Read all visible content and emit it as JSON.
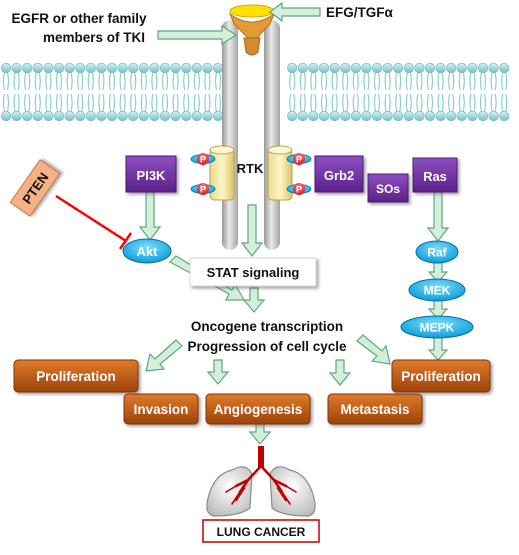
{
  "labels": {
    "egfr_tki": [
      "EGFR or other family",
      "members of TKI"
    ],
    "ligand": "EFG/TGFα",
    "rtk": "RTK",
    "pi3k": "PI3K",
    "phospho": "P",
    "grb2": "Grb2",
    "sos": "SOs",
    "ras": "Ras",
    "pten": "PTEN",
    "akt": "Akt",
    "stat": "STAT signaling",
    "raf": "Raf",
    "mek": "MEK",
    "mepk": "MEPK",
    "oncogene_line1": "Oncogene transcription",
    "oncogene_line2": "Progression of cell cycle",
    "proliferation_left": "Proliferation",
    "invasion": "Invasion",
    "angiogenesis": "Angiogenesis",
    "metastasis": "Metastasis",
    "proliferation_right": "Proliferation",
    "lung_cancer": "LUNG CANCER"
  },
  "colors": {
    "purple_box": "#7030a0",
    "orange_box": "#c55a11",
    "cyan_oval": "#00b0f0",
    "phospho_red": "#e0262f",
    "arrow_fill": "#d4eedd",
    "arrow_stroke": "#5fa877",
    "membrane_head": "#9ed7d8",
    "inhibit_red": "#ff0000",
    "pten_fill": "#f4b183",
    "lung_red": "#c00000"
  },
  "icons": [
    "receptor-icon",
    "lungs-icon"
  ]
}
